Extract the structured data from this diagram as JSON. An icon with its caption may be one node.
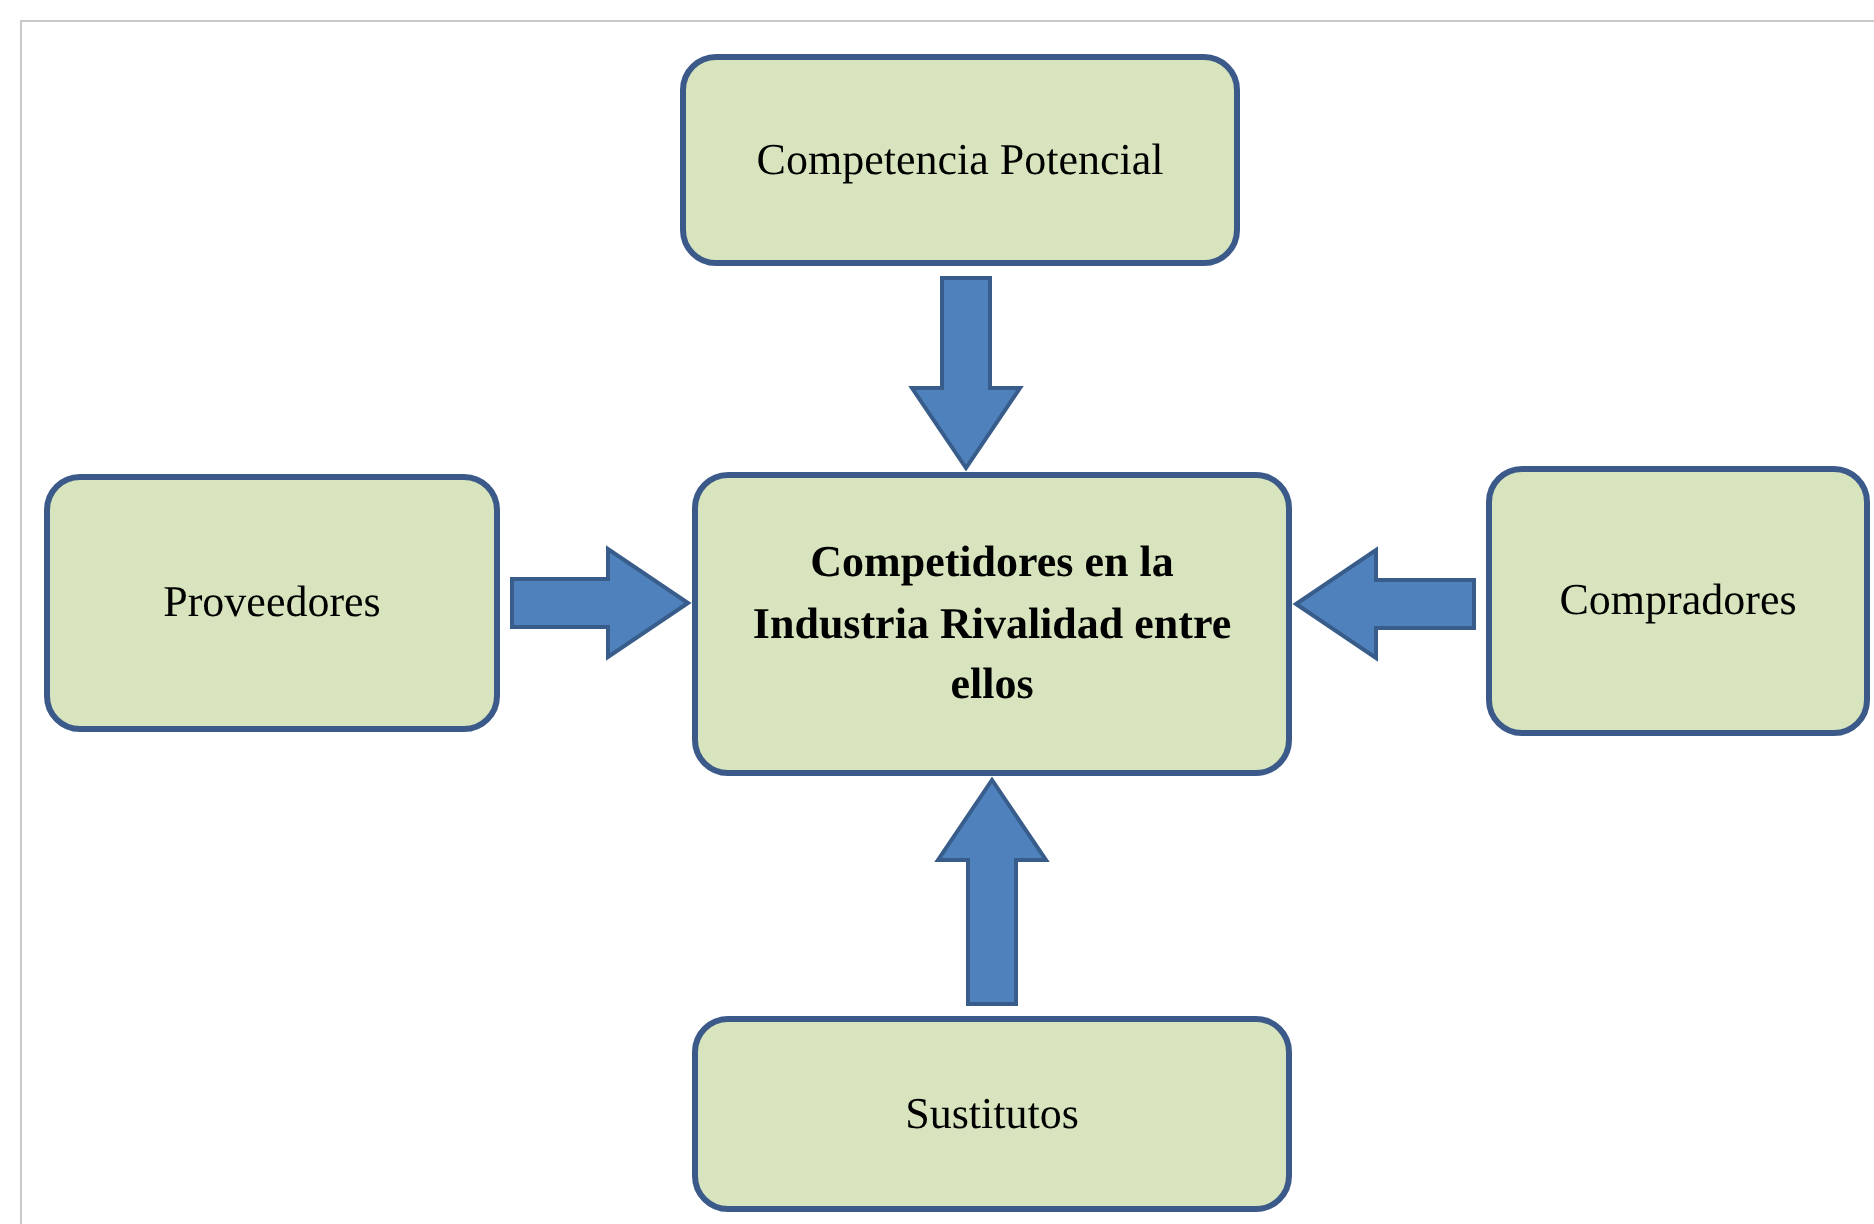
{
  "diagram": {
    "nodes": [
      {
        "text": [
          "Competencia Potencial"
        ]
      },
      {
        "text": [
          "Proveedores"
        ]
      },
      {
        "text": [
          "Competidores en la Industria Rivalidad entre ellos"
        ]
      },
      {
        "text": [
          "Compradores"
        ]
      },
      {
        "text": [
          "Sustitutos"
        ]
      }
    ],
    "edges": [
      {
        "from": 0,
        "to": 2,
        "arrow": "to"
      },
      {
        "from": 1,
        "to": 2,
        "arrow": "to"
      },
      {
        "from": 3,
        "to": 2,
        "arrow": "to"
      },
      {
        "from": 4,
        "to": 2,
        "arrow": "to"
      }
    ]
  }
}
